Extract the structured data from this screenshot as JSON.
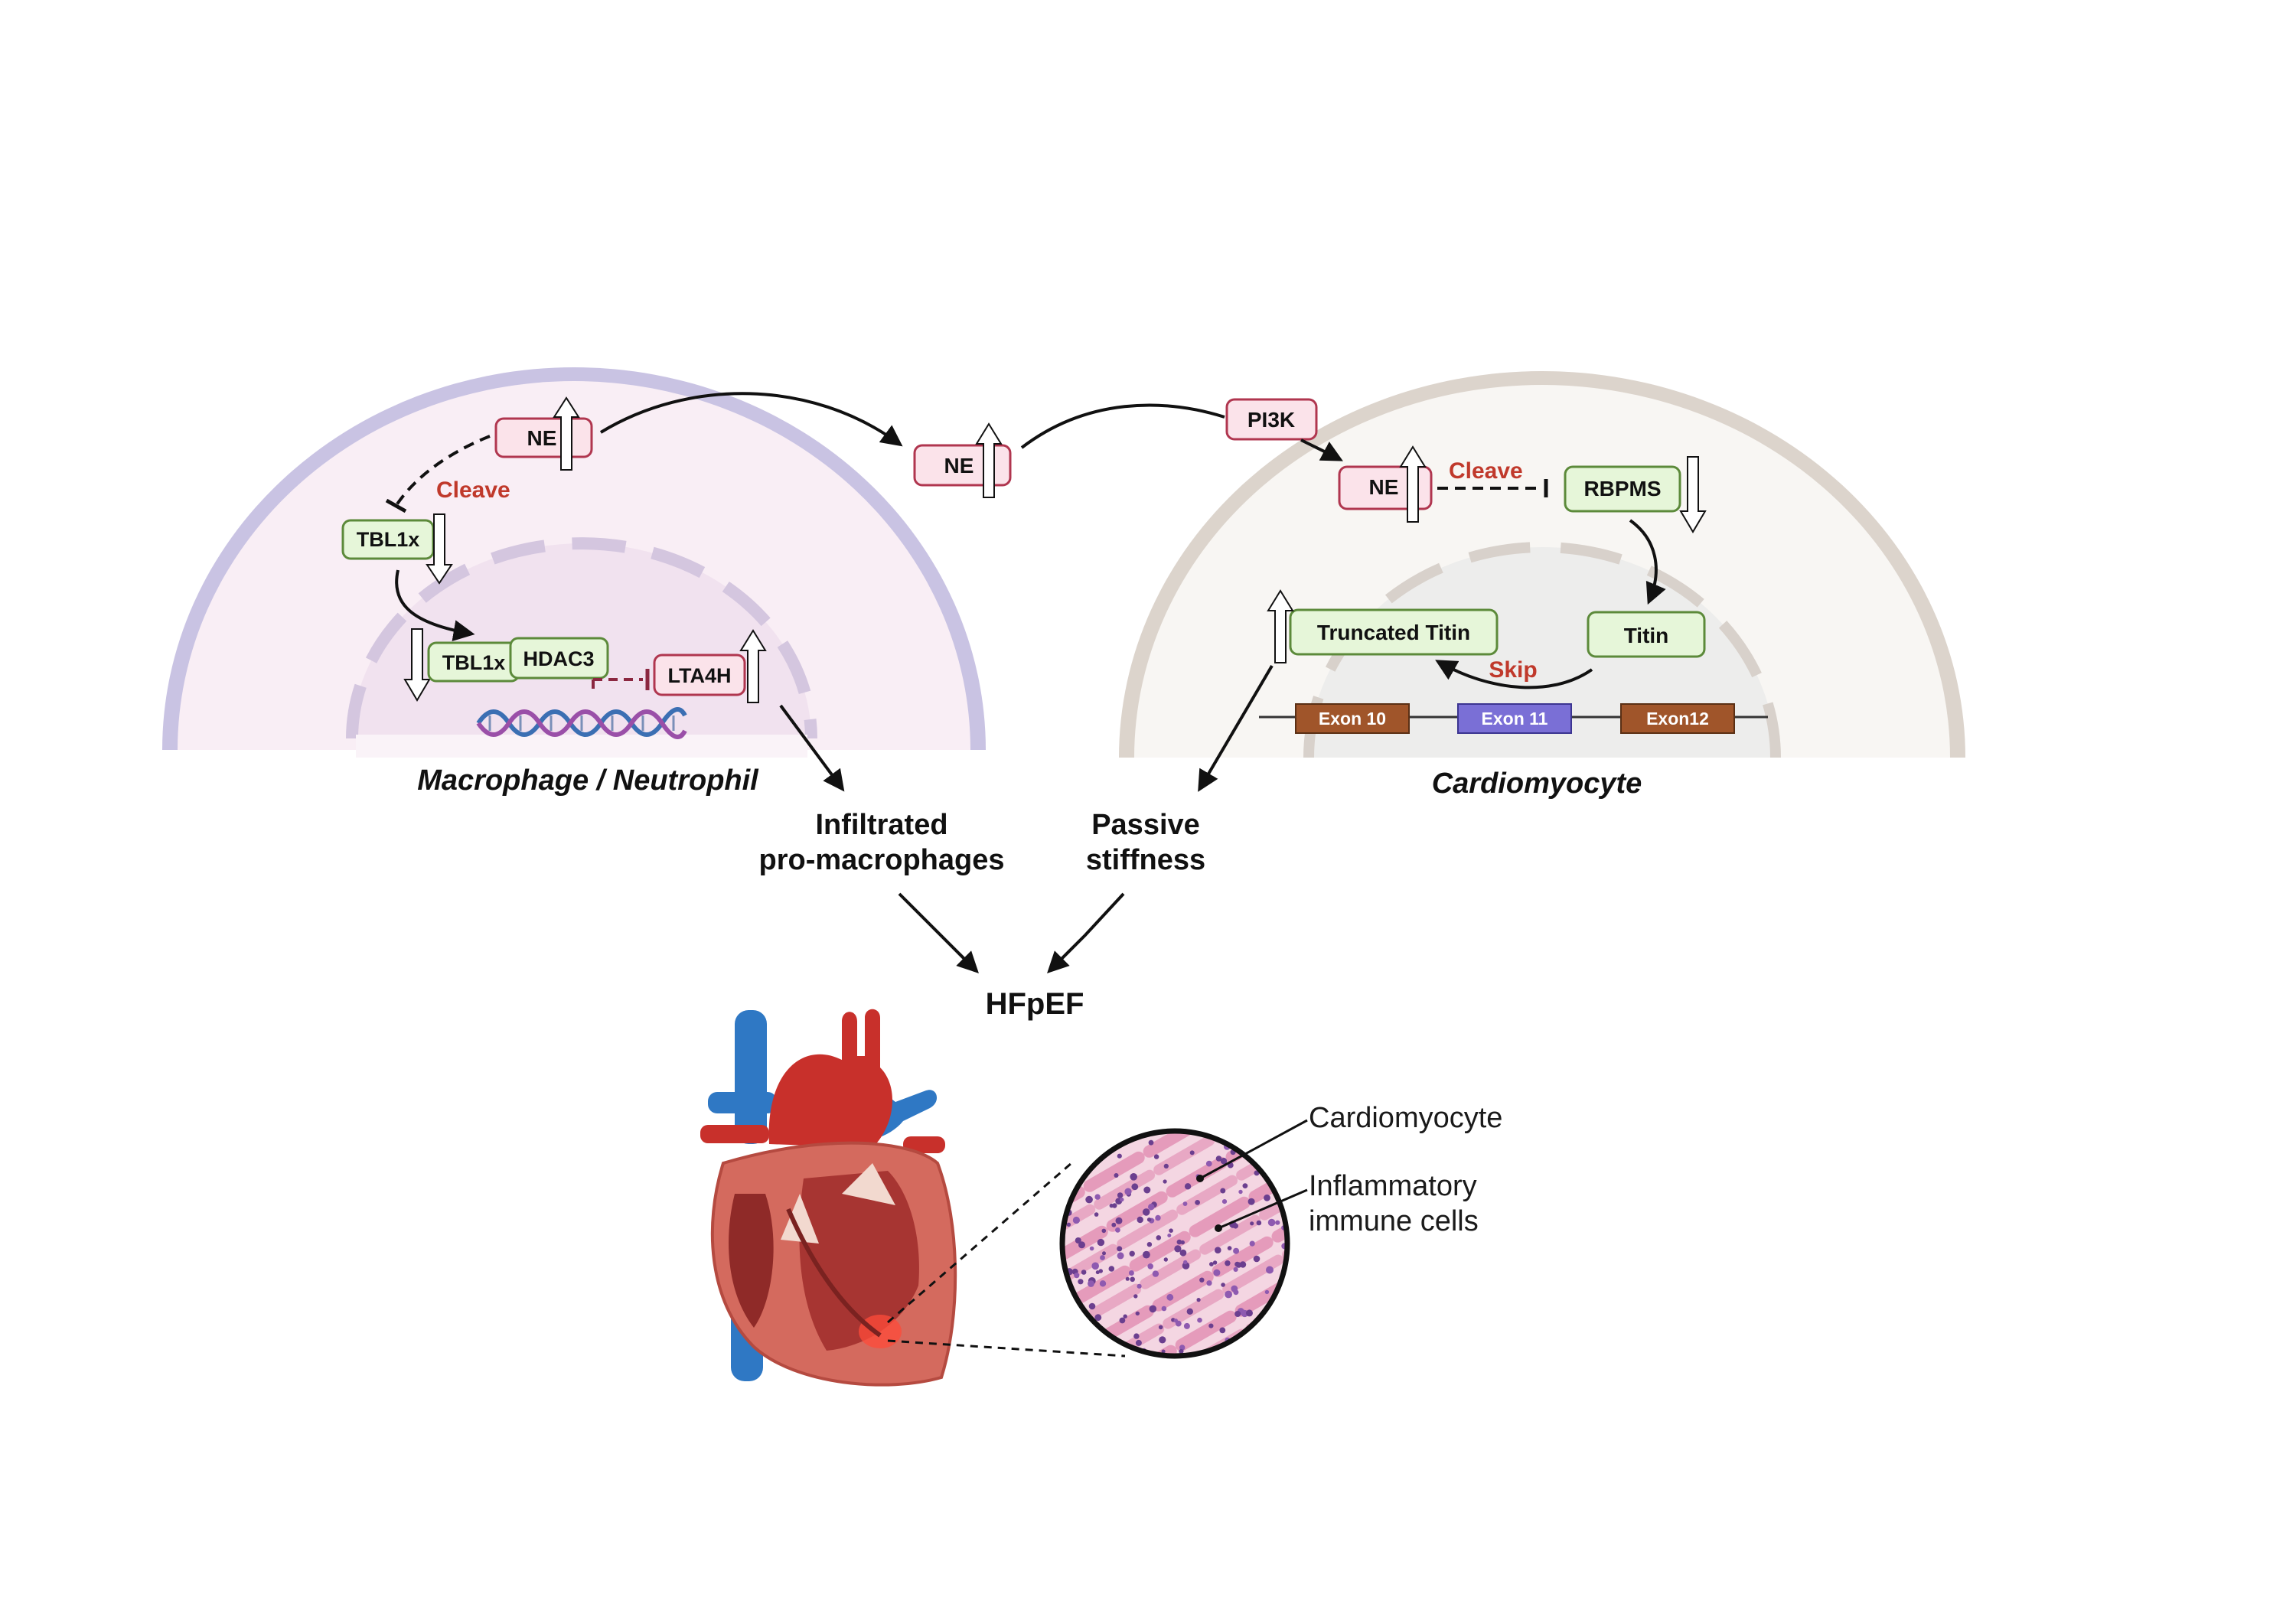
{
  "macrophage_cell": {
    "caption": "Macrophage / Neutrophil",
    "ne": "NE",
    "cleave": "Cleave",
    "tbl1x": "TBL1x",
    "complex_tbl1x": "TBL1x",
    "hdac3": "HDAC3",
    "lta4h": "LTA4H"
  },
  "extracellular": {
    "ne": "NE"
  },
  "cardiomyocyte_cell": {
    "caption": "Cardiomyocyte",
    "pi3k": "PI3K",
    "ne": "NE",
    "cleave": "Cleave",
    "rbpms": "RBPMS",
    "titin": "Titin",
    "truncated_titin": "Truncated Titin",
    "skip": "Skip",
    "exon10": "Exon 10",
    "exon11": "Exon 11",
    "exon12": "Exon12"
  },
  "outcomes": {
    "infiltrated_line1": "Infiltrated",
    "infiltrated_line2": "pro-macrophages",
    "passive_line1": "Passive",
    "passive_line2": "stiffness",
    "hfpef": "HFpEF"
  },
  "histology": {
    "label_cardiomyocyte": "Cardiomyocyte",
    "label_inflammatory_line1": "Inflammatory",
    "label_inflammatory_line2": "immune cells"
  },
  "colors": {
    "macrophage_membrane": "#c9c3e3",
    "macrophage_fill": "#f9eef5",
    "nucleus_fill": "#f1e2ef",
    "cardio_membrane": "#dcd4cc",
    "cardio_fill": "#f8f6f3",
    "green_box": "#e6f6d9",
    "green_border": "#5c8a3a",
    "pink_box": "#fbe3ea",
    "pink_border": "#b0364f",
    "red_text": "#c0392b",
    "exon_brown": "#a0552a",
    "exon_purple": "#7a6fd6"
  }
}
